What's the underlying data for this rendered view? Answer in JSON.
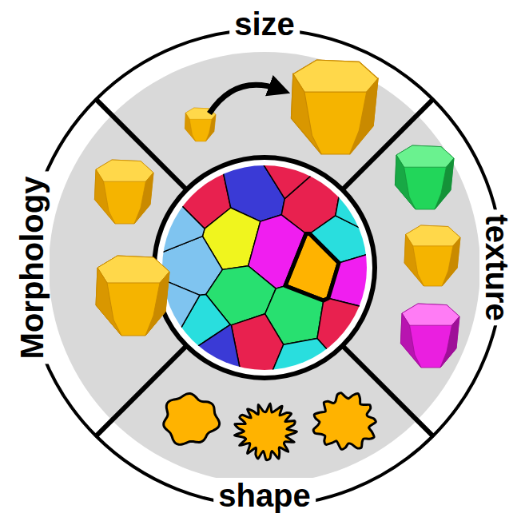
{
  "diagram": {
    "labels": [
      "size",
      "texture",
      "shape",
      "Morphology"
    ]
  }
}
